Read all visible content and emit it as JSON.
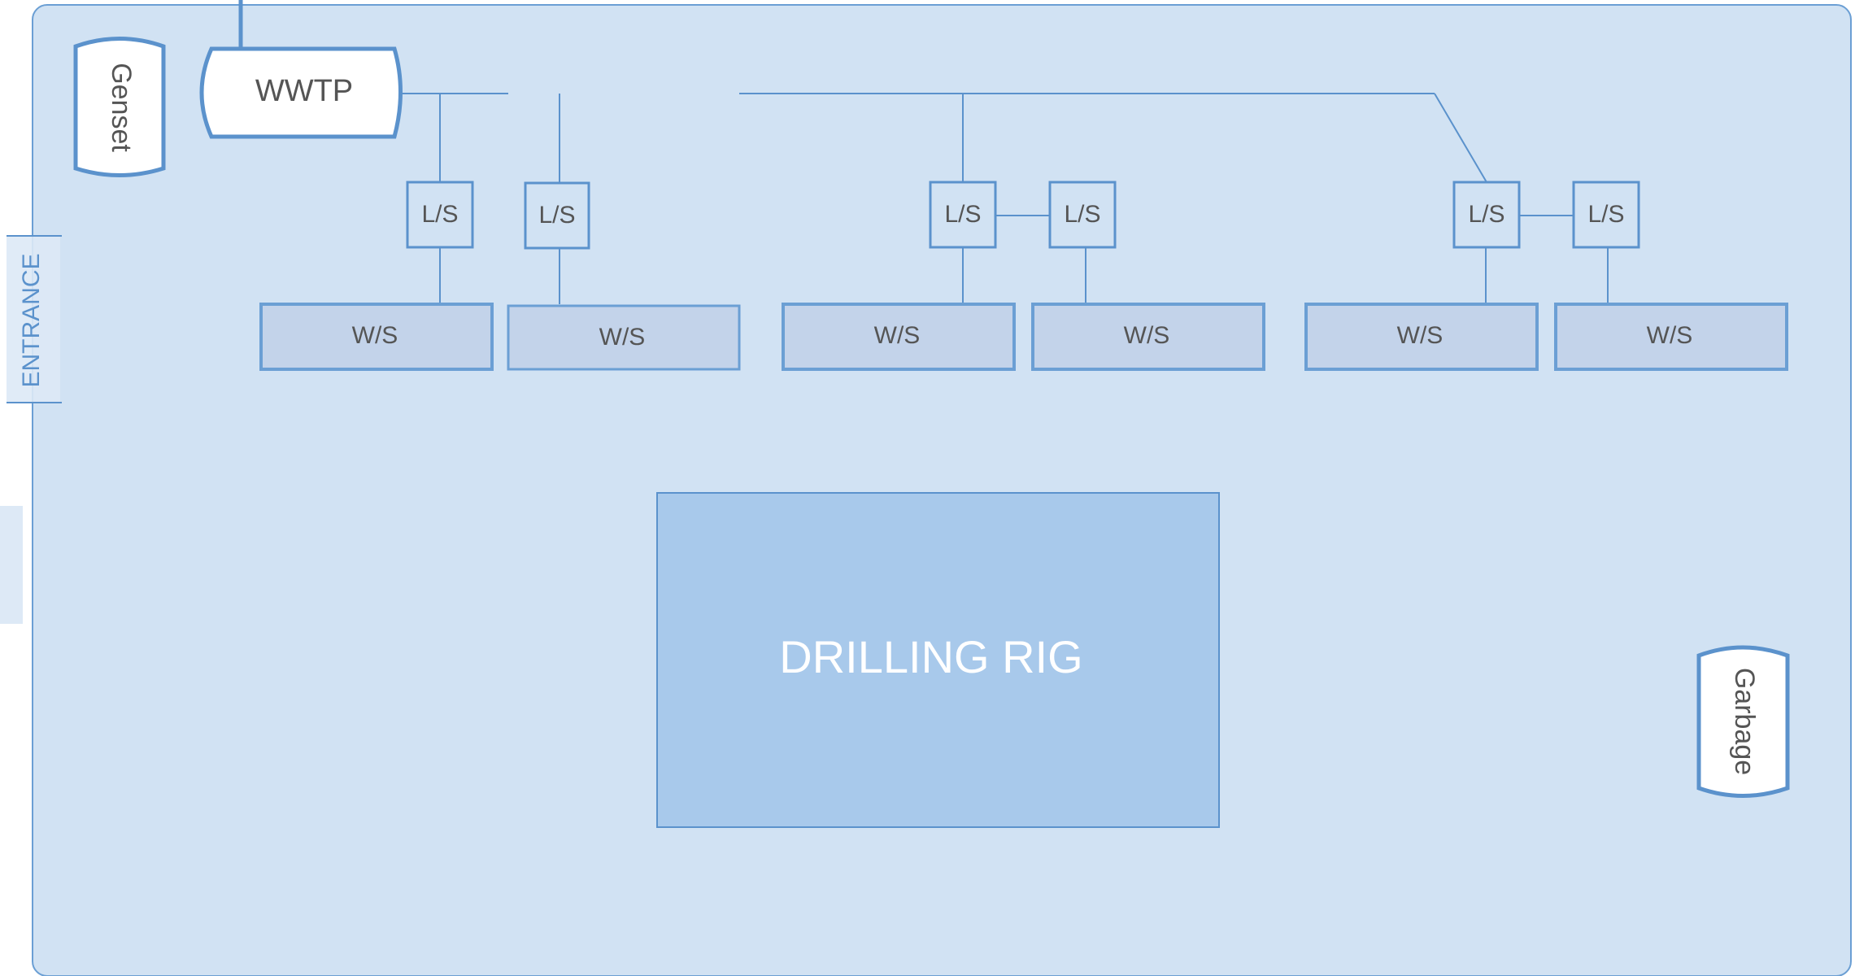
{
  "site": {
    "entrance_label": "ENTRANCE",
    "genset_label": "Genset",
    "wwtp_label": "WWTP",
    "garbage_label": "Garbage",
    "rig_label": "DRILLING RIG"
  },
  "units": {
    "ls_label": "L/S",
    "ws_label": "W/S"
  },
  "colors": {
    "site_fill": "#d1e2f3",
    "site_border": "#6b9fd4",
    "rig_fill": "#a8c9eb",
    "ws_fill": "#c3d3ea",
    "line": "#5b92cc",
    "text": "#555555",
    "white": "#ffffff"
  }
}
